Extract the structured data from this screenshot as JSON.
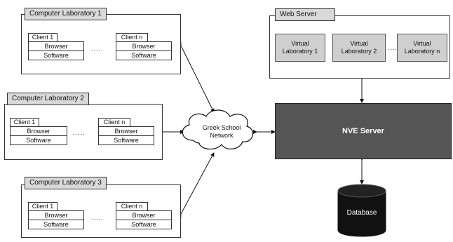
{
  "labs": [
    {
      "title": "Computer Laboratory 1",
      "client1": "Client 1",
      "clientn": "Client n",
      "browser": "Browser",
      "software": "Software",
      "dots": "....."
    },
    {
      "title": "Computer Laboratory 2",
      "client1": "Client 1",
      "clientn": "Client n",
      "browser": "Browser",
      "software": "Software",
      "dots": "....."
    },
    {
      "title": "Computer Laboratory 3",
      "client1": "Client 1",
      "clientn": "Client n",
      "browser": "Browser",
      "software": "Software",
      "dots": "....."
    }
  ],
  "network": {
    "line1": "Greek School",
    "line2": "Network"
  },
  "web_server": {
    "title": "Web Server",
    "vlab1": [
      "Virtual",
      "Laboratory 1"
    ],
    "vlab2": [
      "Virtual",
      "Laboratory 2"
    ],
    "vlabn": [
      "Virtual",
      "Laboratory n"
    ],
    "dots": "....."
  },
  "nve_server": "NVE Server",
  "database": "Database"
}
